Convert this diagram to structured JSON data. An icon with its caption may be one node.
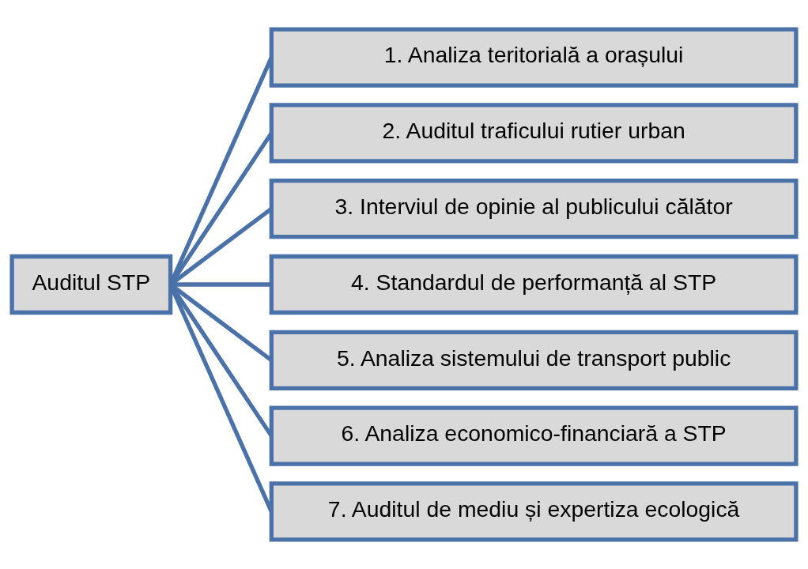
{
  "diagram": {
    "nodes": [
      {
        "text": [
          "Auditul STP"
        ]
      },
      {
        "text": [
          "1. Analiza teritorială a orașului"
        ]
      },
      {
        "text": [
          "2. Auditul traficului rutier urban"
        ]
      },
      {
        "text": [
          "3. Interviul de opinie al publicului călător"
        ]
      },
      {
        "text": [
          "4. Standardul de performanță al STP"
        ]
      },
      {
        "text": [
          "5. Analiza sistemului de transport public"
        ]
      },
      {
        "text": [
          "6. Analiza economico-financiară a STP"
        ]
      },
      {
        "text": [
          "7. Auditul de mediu și expertiza ecologică"
        ]
      }
    ],
    "edges": [
      {
        "from": 0,
        "to": 1,
        "arrow": "none"
      },
      {
        "from": 0,
        "to": 2,
        "arrow": "none"
      },
      {
        "from": 0,
        "to": 3,
        "arrow": "none"
      },
      {
        "from": 0,
        "to": 4,
        "arrow": "none"
      },
      {
        "from": 0,
        "to": 5,
        "arrow": "none"
      },
      {
        "from": 0,
        "to": 6,
        "arrow": "none"
      },
      {
        "from": 0,
        "to": 7,
        "arrow": "none"
      }
    ]
  }
}
